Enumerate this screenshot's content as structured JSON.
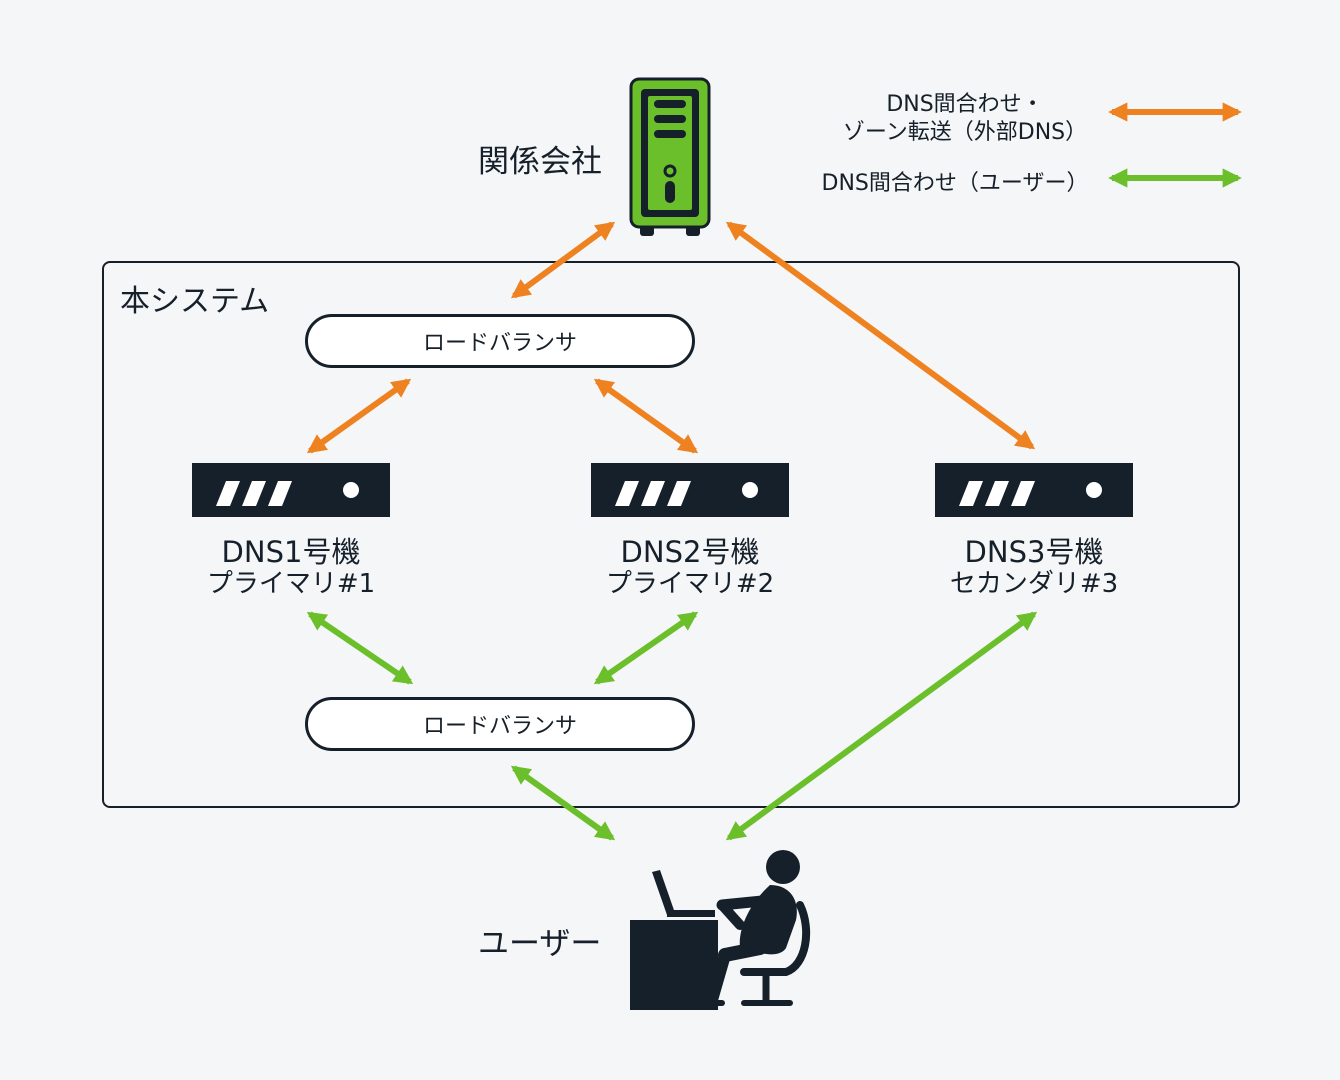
{
  "partner": {
    "label": "関係会社",
    "icon": "server-tower-icon"
  },
  "legend": {
    "orange": {
      "line1": "DNS間合わせ・",
      "line2": "ゾーン転送（外部DNS）",
      "color": "#ef8220"
    },
    "green": {
      "label": "DNS間合わせ（ユーザー）",
      "color": "#6bbf2a"
    }
  },
  "system": {
    "label": "本システム"
  },
  "load_balancer_top": {
    "label": "ロードバランサ"
  },
  "load_balancer_bottom": {
    "label": "ロードバランサ"
  },
  "servers": [
    {
      "name": "DNS1号機",
      "role": "プライマリ#1",
      "icon": "rack-server-icon"
    },
    {
      "name": "DNS2号機",
      "role": "プライマリ#2",
      "icon": "rack-server-icon"
    },
    {
      "name": "DNS3号機",
      "role": "セカンダリ#3",
      "icon": "rack-server-icon"
    }
  ],
  "user": {
    "label": "ユーザー",
    "icon": "user-at-desk-icon"
  }
}
